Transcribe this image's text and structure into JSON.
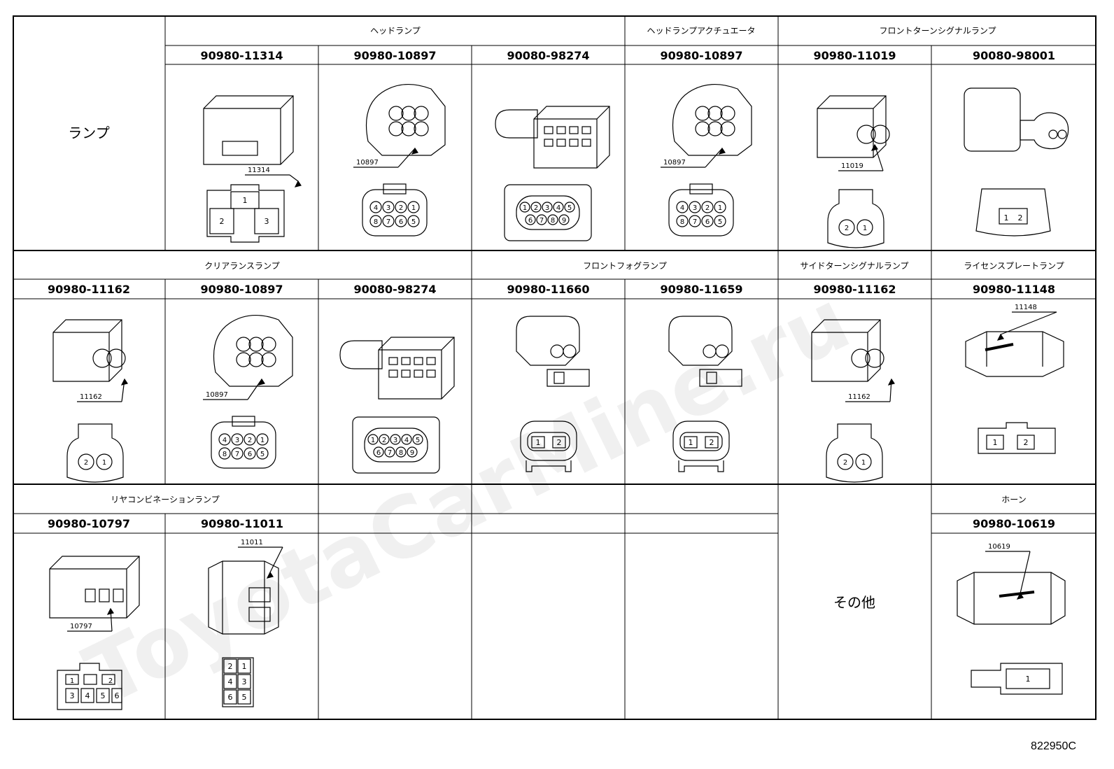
{
  "watermark": "ToyotaCarMine.ru",
  "sheet_code": "822950C",
  "row1": {
    "category": "ランプ",
    "groups": [
      "ヘッドランプ",
      "ヘッドランプアクチュエータ",
      "フロントターンシグナルランプ"
    ],
    "parts": [
      {
        "part_no": "90980-11314",
        "tag": "11314",
        "pins": [
          "1",
          "2",
          "3"
        ]
      },
      {
        "part_no": "90980-10897",
        "tag": "10897",
        "pins": [
          "4",
          "3",
          "2",
          "1",
          "8",
          "7",
          "6",
          "5"
        ]
      },
      {
        "part_no": "90080-98274",
        "tag": "",
        "pins": [
          "1",
          "2",
          "3",
          "4",
          "5",
          "6",
          "7",
          "8",
          "9"
        ]
      },
      {
        "part_no": "90980-10897",
        "tag": "10897",
        "pins": [
          "4",
          "3",
          "2",
          "1",
          "8",
          "7",
          "6",
          "5"
        ]
      },
      {
        "part_no": "90980-11019",
        "tag": "11019",
        "pins": [
          "2",
          "1"
        ]
      },
      {
        "part_no": "90080-98001",
        "tag": "",
        "pins": [
          "1",
          "2"
        ]
      }
    ]
  },
  "row2": {
    "groups": [
      "クリアランスランプ",
      "フロントフォグランプ",
      "サイドターンシグナルランプ",
      "ライセンスプレートランプ"
    ],
    "parts": [
      {
        "part_no": "90980-11162",
        "tag": "11162",
        "pins": [
          "2",
          "1"
        ]
      },
      {
        "part_no": "90980-10897",
        "tag": "10897",
        "pins": [
          "4",
          "3",
          "2",
          "1",
          "8",
          "7",
          "6",
          "5"
        ]
      },
      {
        "part_no": "90080-98274",
        "tag": "",
        "pins": [
          "1",
          "2",
          "3",
          "4",
          "5",
          "6",
          "7",
          "8",
          "9"
        ]
      },
      {
        "part_no": "90980-11660",
        "tag": "",
        "pins": [
          "1",
          "2"
        ]
      },
      {
        "part_no": "90980-11659",
        "tag": "",
        "pins": [
          "1",
          "2"
        ]
      },
      {
        "part_no": "90980-11162",
        "tag": "11162",
        "pins": [
          "2",
          "1"
        ]
      },
      {
        "part_no": "90980-11148",
        "tag": "11148",
        "pins": [
          "1",
          "2"
        ]
      }
    ]
  },
  "row3": {
    "groups": [
      "リヤコンビネーションランプ",
      "ホーン"
    ],
    "other_label": "その他",
    "parts": [
      {
        "part_no": "90980-10797",
        "tag": "10797",
        "pins": [
          "1",
          "2",
          "3",
          "4",
          "5",
          "6"
        ]
      },
      {
        "part_no": "90980-11011",
        "tag": "11011",
        "pins": [
          "2",
          "1",
          "4",
          "3",
          "6",
          "5"
        ]
      },
      {
        "part_no": "90980-10619",
        "tag": "10619",
        "pins": [
          "1"
        ]
      }
    ]
  }
}
